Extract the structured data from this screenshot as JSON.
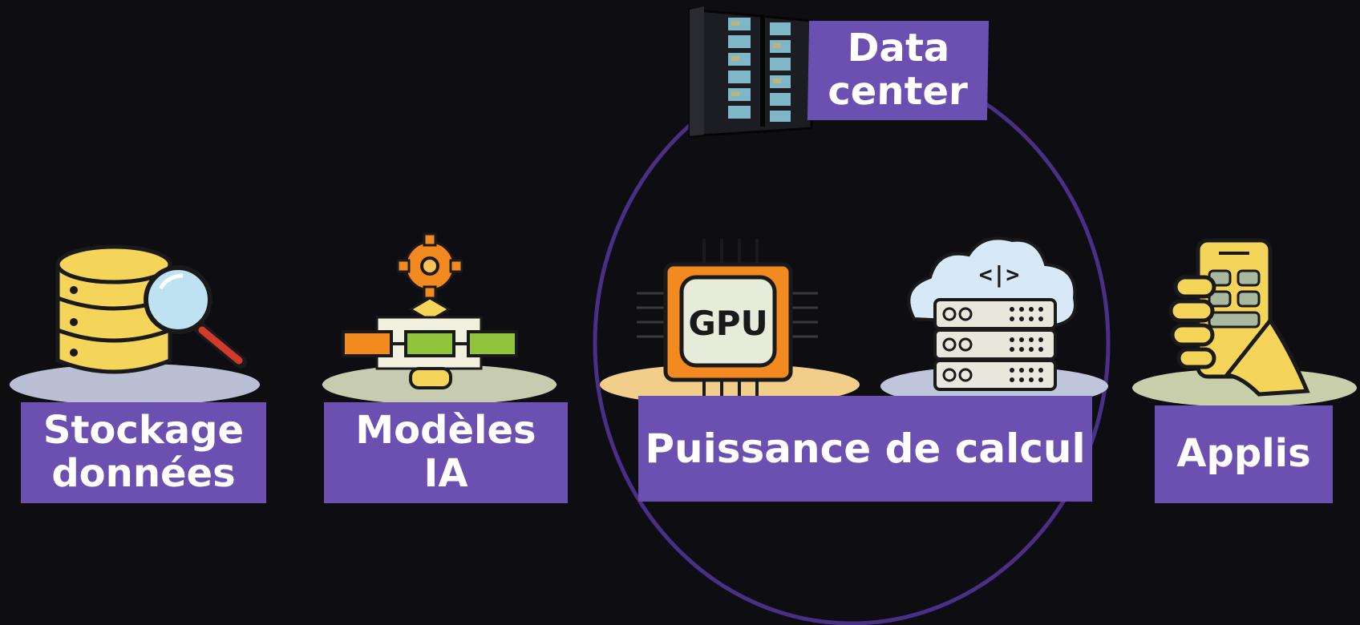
{
  "datacenter": {
    "label_line1": "Data",
    "label_line2": "center"
  },
  "items": [
    {
      "icon": "database-search-icon",
      "line1": "Stockage",
      "line2": "données"
    },
    {
      "icon": "flowchart-gear-icon",
      "line1": "Modèles",
      "line2": "IA"
    },
    {
      "icon": "gpu-chip-icon",
      "chip_text": "GPU"
    },
    {
      "icon": "cloud-server-icon",
      "cloud_text": "<|>"
    },
    {
      "icon": "smartphone-hand-icon",
      "line1": "Applis"
    }
  ],
  "compute": {
    "label": "Puissance de calcul"
  },
  "colors": {
    "background": "#0e0d12",
    "label_purple": "#6b4fb1",
    "circle_purple": "#4a2f86",
    "icon_yellow": "#f5d45a",
    "chip_orange": "#f28a1f"
  }
}
